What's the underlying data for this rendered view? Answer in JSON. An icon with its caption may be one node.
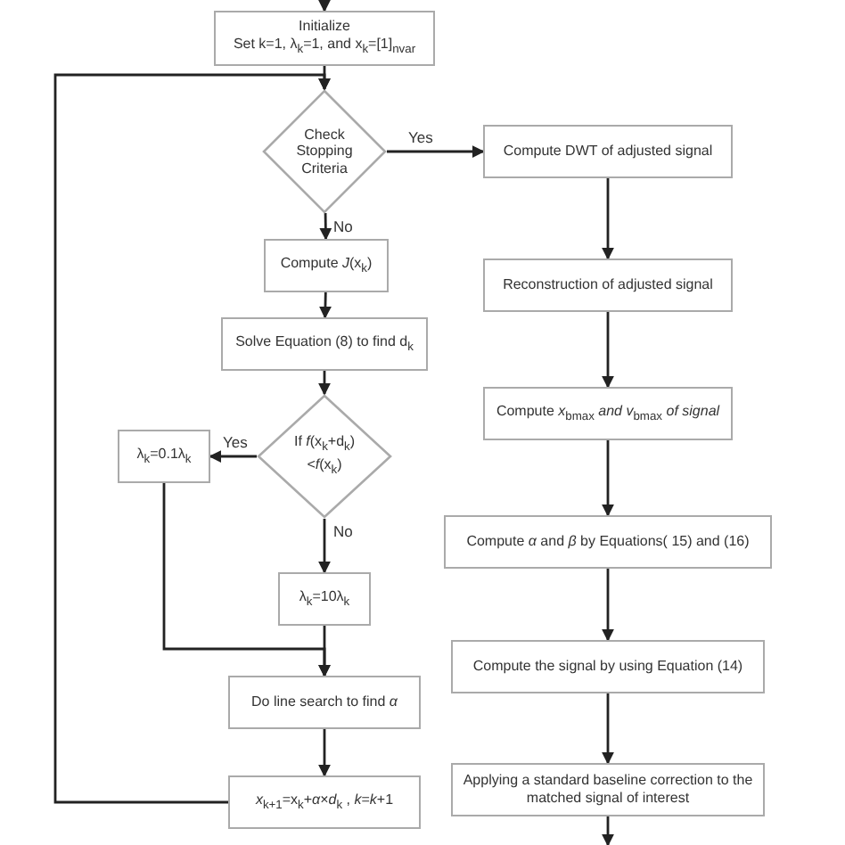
{
  "diagram": {
    "nodes": [
      {
        "text": [
          "Initialize",
          "Set k=1, λ$_{k}$=1, and x$_{k}$=[1]$_{nvar}$"
        ]
      },
      {
        "text": [
          "Check Stopping Criteria"
        ]
      },
      {
        "text": [
          "Compute *J*(x$_{k}$)"
        ]
      },
      {
        "text": [
          "Solve Equation (8) to find d$_{k}$"
        ]
      },
      {
        "text": [
          "If *f*(x$_{k}$+d$_{k}$)<*f*(x$_{k}$)"
        ]
      },
      {
        "text": [
          "λ$_{k}$=0.1λ$_{k}$"
        ]
      },
      {
        "text": [
          "λ$_{k}$=10λ$_{k}$"
        ]
      },
      {
        "text": [
          "Do line search to find *α*"
        ]
      },
      {
        "text": [
          "*x*$_{k+1}$=x$_{k}$+*α*×*d*$_{k}$ , *k*=*k*+1"
        ]
      },
      {
        "text": [
          "Compute DWT of adjusted signal"
        ]
      },
      {
        "text": [
          "Reconstruction of adjusted signal"
        ]
      },
      {
        "text": [
          "Compute *x*$_{bmax}$ *and v*$_{bmax}$ *of signal*"
        ]
      },
      {
        "text": [
          "Compute *α* and *β* by Equations( 15) and (16)"
        ]
      },
      {
        "text": [
          "Compute the signal by using Equation (14)"
        ]
      },
      {
        "text": [
          "Applying a standard baseline correction to the matched signal of interest"
        ]
      }
    ],
    "edges": [
      {
        "from": null,
        "to": 0,
        "arrow": "to"
      },
      {
        "from": 0,
        "to": 1,
        "arrow": "to"
      },
      {
        "from": 1,
        "to": 9,
        "arrow": "to",
        "label": "Yes"
      },
      {
        "from": 1,
        "to": 2,
        "arrow": "to",
        "label": "No"
      },
      {
        "from": 2,
        "to": 3,
        "arrow": "to"
      },
      {
        "from": 3,
        "to": 4,
        "arrow": "to"
      },
      {
        "from": 4,
        "to": 5,
        "arrow": "to",
        "label": "Yes"
      },
      {
        "from": 4,
        "to": 6,
        "arrow": "to",
        "label": "No"
      },
      {
        "from": 5,
        "to": 7,
        "arrow": "to"
      },
      {
        "from": 6,
        "to": 7,
        "arrow": "to"
      },
      {
        "from": 7,
        "to": 8,
        "arrow": "to"
      },
      {
        "from": 8,
        "to": 1,
        "arrow": "to"
      },
      {
        "from": 9,
        "to": 10,
        "arrow": "to"
      },
      {
        "from": 10,
        "to": 11,
        "arrow": "to"
      },
      {
        "from": 11,
        "to": 12,
        "arrow": "to"
      },
      {
        "from": 12,
        "to": 13,
        "arrow": "to"
      },
      {
        "from": 13,
        "to": 14,
        "arrow": "to"
      },
      {
        "from": 14,
        "to": null,
        "arrow": "to"
      }
    ]
  }
}
